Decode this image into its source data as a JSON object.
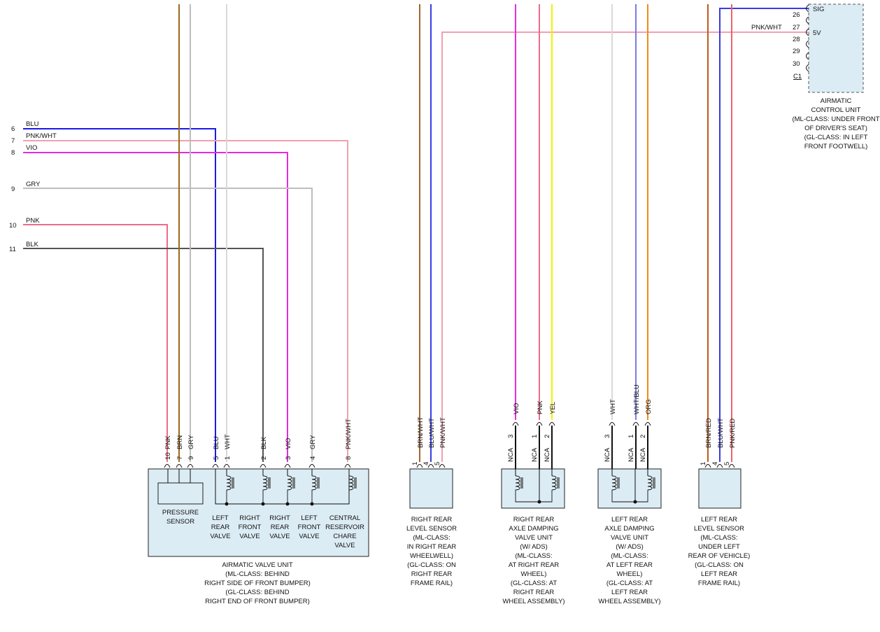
{
  "colors": {
    "BLU": "#1a1ae6",
    "PNK/WHT": "#f2a0ae",
    "VIO": "#e62ae0",
    "GRY": "#bdbdbd",
    "PNK": "#f06a8a",
    "BLK": "#555555",
    "BRN": "#9a6a1a",
    "WHT": "#d8d8d8",
    "BRN/WHT": "#a0642c",
    "BLU/WHT": "#3a3ae6",
    "YEL": "#f2f200",
    "WHT/BLU": "#7a7ae8",
    "ORG": "#f08a1a",
    "BRN/RED": "#c05a1a",
    "PNK/RED": "#f0606a",
    "BOX": "#dcecf4"
  },
  "left_edge": {
    "rows": [
      {
        "num": "6",
        "label": "BLU"
      },
      {
        "num": "7",
        "label": "PNK/WHT"
      },
      {
        "num": "8",
        "label": "VIO"
      },
      {
        "num": "9",
        "label": "GRY"
      },
      {
        "num": "10",
        "label": "PNK"
      },
      {
        "num": "11",
        "label": "BLK"
      }
    ]
  },
  "control_unit": {
    "pins": [
      {
        "num": "26",
        "func": "SIG",
        "wire": "BLU/WHT"
      },
      {
        "num": "27",
        "func": "5V",
        "wire": "PNK/WHT"
      },
      {
        "num": "28"
      },
      {
        "num": "29"
      },
      {
        "num": "30"
      }
    ],
    "connector": "C1",
    "caption": [
      "AIRMATIC",
      "CONTROL UNIT",
      "(ML-CLASS: UNDER FRONT",
      "OF DRIVER'S SEAT)",
      "(GL-CLASS: IN LEFT",
      "FRONT FOOTWELL)"
    ]
  },
  "valve_unit": {
    "pins": [
      {
        "num": "10",
        "wire": "PNK"
      },
      {
        "num": "7",
        "wire": "BRN"
      },
      {
        "num": "9",
        "wire": "GRY"
      },
      {
        "num": "5",
        "wire": "BLU"
      },
      {
        "num": "1",
        "wire": "WHT"
      },
      {
        "num": "2",
        "wire": "BLK"
      },
      {
        "num": "3",
        "wire": "VIO"
      },
      {
        "num": "4",
        "wire": "GRY"
      },
      {
        "num": "8",
        "wire": "PNK/WHT"
      }
    ],
    "sub": {
      "pressure": [
        "PRESSURE",
        "SENSOR"
      ],
      "lr": [
        "LEFT",
        "REAR",
        "VALVE"
      ],
      "rf": [
        "RIGHT",
        "FRONT",
        "VALVE"
      ],
      "rr": [
        "RIGHT",
        "REAR",
        "VALVE"
      ],
      "lf": [
        "LEFT",
        "FRONT",
        "VALVE"
      ],
      "cr": [
        "CENTRAL",
        "RESERVOIR",
        "CHARE",
        "VALVE"
      ]
    },
    "caption": [
      "AIRMATIC VALVE UNIT",
      "(ML-CLASS: BEHIND",
      "RIGHT SIDE OF FRONT BUMPER)",
      "(GL-CLASS: BEHIND",
      "RIGHT END OF FRONT BUMPER)"
    ]
  },
  "rr_level_sensor": {
    "pins": [
      {
        "num": "1",
        "wire": "BRN/WHT"
      },
      {
        "num": "4",
        "wire": "BLU/WHT"
      },
      {
        "num": "5",
        "wire": "PNK/WHT"
      }
    ],
    "caption": [
      "RIGHT REAR",
      "LEVEL SENSOR",
      "(ML-CLASS:",
      "IN RIGHT REAR",
      "WHEELWELL)",
      "(GL-CLASS: ON",
      "RIGHT REAR",
      "FRAME RAIL)"
    ]
  },
  "rr_damping": {
    "pins": [
      {
        "num": "3",
        "nca": "NCA",
        "wire": "VIO"
      },
      {
        "num": "1",
        "nca": "NCA",
        "wire": "PNK"
      },
      {
        "num": "2",
        "nca": "NCA",
        "wire": "YEL"
      }
    ],
    "caption": [
      "RIGHT REAR",
      "AXLE DAMPING",
      "VALVE UNIT",
      "(W/ ADS)",
      "(ML-CLASS:",
      "AT RIGHT REAR",
      "WHEEL)",
      "(GL-CLASS: AT",
      "RIGHT REAR",
      "WHEEL ASSEMBLY)"
    ]
  },
  "lr_damping": {
    "pins": [
      {
        "num": "3",
        "nca": "NCA",
        "wire": "WHT"
      },
      {
        "num": "1",
        "nca": "NCA",
        "wire": "WHT/BLU"
      },
      {
        "num": "2",
        "nca": "NCA",
        "wire": "ORG"
      }
    ],
    "caption": [
      "LEFT REAR",
      "AXLE DAMPING",
      "VALVE UNIT",
      "(W/ ADS)",
      "(ML-CLASS:",
      "AT LEFT REAR",
      "WHEEL)",
      "(GL-CLASS: AT",
      "LEFT REAR",
      "WHEEL ASSEMBLY)"
    ]
  },
  "lr_level_sensor": {
    "pins": [
      {
        "num": "1",
        "wire": "BRN/RED"
      },
      {
        "num": "4",
        "wire": "BLU/WHT"
      },
      {
        "num": "5",
        "wire": "PNK/RED"
      }
    ],
    "caption": [
      "LEFT REAR",
      "LEVEL SENSOR",
      "(ML-CLASS:",
      "UNDER LEFT",
      "REAR OF VEHICLE)",
      "(GL-CLASS: ON",
      "LEFT REAR",
      "FRAME RAIL)"
    ]
  }
}
